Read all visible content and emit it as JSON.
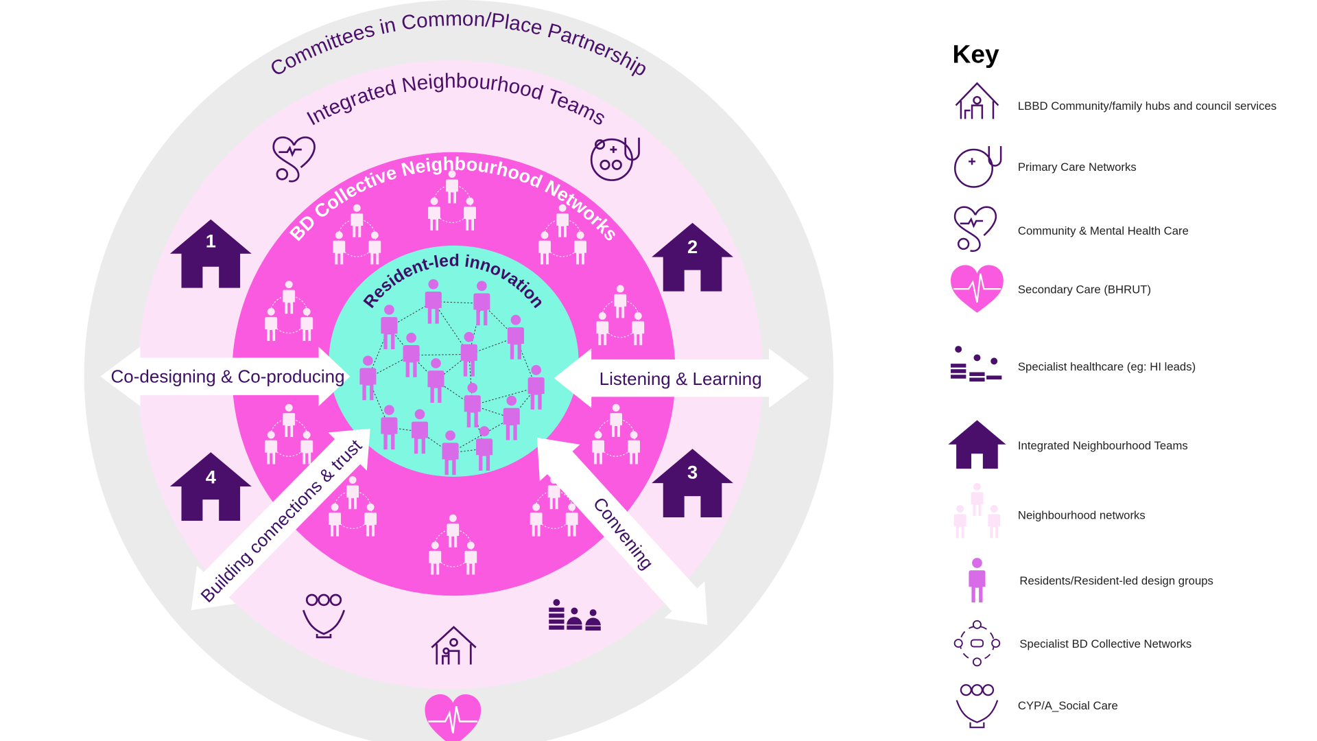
{
  "diagram": {
    "rings": {
      "outer": "Committees in Common/Place Partnership",
      "second": "Integrated Neighbourhood Teams",
      "third": "BD Collective Neighbourhood Networks",
      "centre": "Resident-led innovation"
    },
    "arrows": {
      "left": "Co-designing & Co-producing",
      "right": "Listening & Learning",
      "bottom_left": "Building connections & trust",
      "bottom_right": "Convening"
    },
    "teams": [
      "1",
      "2",
      "3",
      "4"
    ],
    "colors": {
      "outer": "#ebebeb",
      "second": "#fde3f7",
      "third": "#f95ae0",
      "centre": "#80f7e0",
      "dark_purple": "#4a0f6b",
      "resident": "#d86ce8"
    }
  },
  "key": {
    "title": "Key",
    "items": [
      {
        "icon": "house-family-icon",
        "label": "LBBD Community/family hubs and council services"
      },
      {
        "icon": "stethoscope-group-icon",
        "label": "Primary Care Networks"
      },
      {
        "icon": "heart-stethoscope-icon",
        "label": "Community & Mental Health Care"
      },
      {
        "icon": "heart-pulse-icon",
        "label": "Secondary Care (BHRUT)"
      },
      {
        "icon": "specialists-icon",
        "label": "Specialist healthcare (eg: HI leads)"
      },
      {
        "icon": "house-icon",
        "label": "Integrated Neighbourhood Teams"
      },
      {
        "icon": "neighbourhood-group-icon",
        "label": "Neighbourhood networks"
      },
      {
        "icon": "resident-icon",
        "label": "Residents/Resident-led design groups"
      },
      {
        "icon": "network-cycle-icon",
        "label": "Specialist BD Collective Networks"
      },
      {
        "icon": "care-hands-icon",
        "label": "CYP/A_Social Care"
      }
    ]
  }
}
